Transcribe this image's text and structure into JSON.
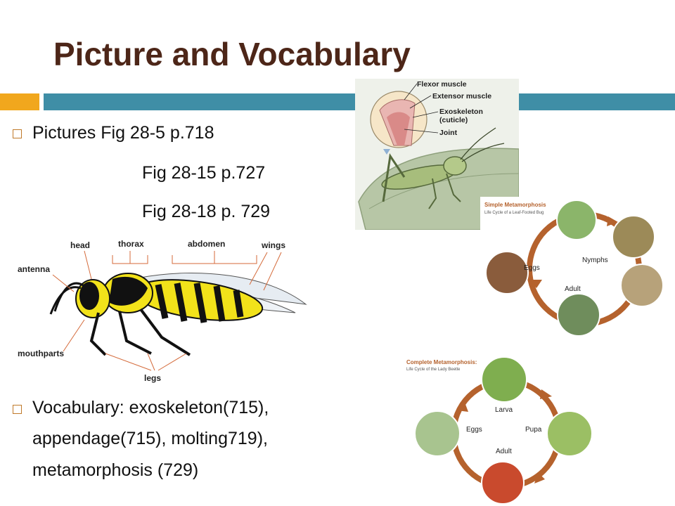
{
  "slide": {
    "title": "Picture and Vocabulary",
    "bullets": {
      "pictures_label": "Pictures Fig 28-5 p.718",
      "fig2": "Fig 28-15 p.727",
      "fig3": "Fig 28-18 p. 729",
      "vocab_line1": "Vocabulary: exoskeleton(715),",
      "vocab_line2": "appendage(715), molting719),",
      "vocab_line3": "metamorphosis (729)"
    }
  },
  "grasshopper_figure": {
    "labels": [
      "Flexor muscle",
      "Extensor muscle",
      "Exoskeleton",
      "(cuticle)",
      "Joint"
    ]
  },
  "simple_metamorphosis": {
    "title": "Simple Metamorphosis",
    "subtitle": "Life Cycle of a Leaf-Footed Bug",
    "stages": [
      "Eggs",
      "Nymphs",
      "Adult"
    ]
  },
  "complete_metamorphosis": {
    "title": "Complete Metamorphosis:",
    "subtitle": "Life Cycle of the Lady Beetle",
    "stages": [
      "Larva",
      "Pupa",
      "Adult",
      "Eggs"
    ]
  },
  "wasp_figure": {
    "labels": [
      "head",
      "thorax",
      "abdomen",
      "wings",
      "antenna",
      "mouthparts",
      "legs"
    ]
  },
  "colors": {
    "title": "#4d2618",
    "accent_orange": "#f1a71d",
    "accent_teal": "#3f8ea6",
    "cycle_arrow": "#b5622d"
  }
}
